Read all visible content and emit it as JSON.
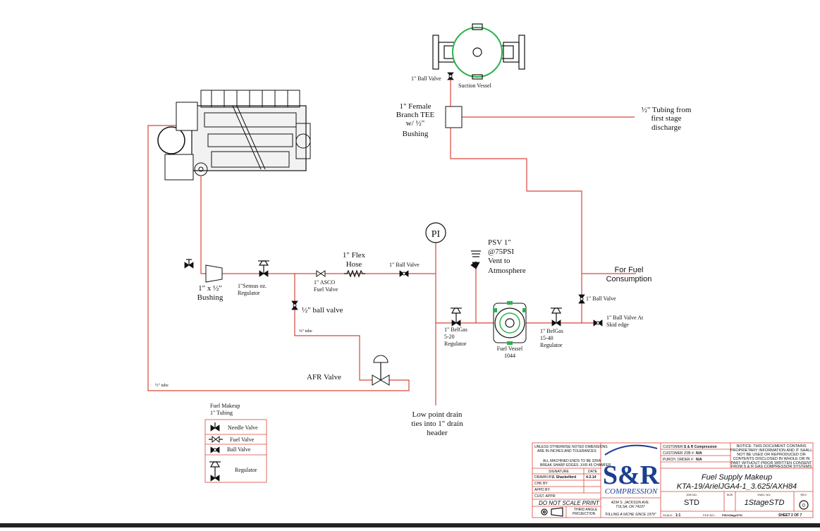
{
  "labels": {
    "ball_valve_top": "1\" Ball Valve",
    "suction_vessel": "Suction Vessel",
    "tee_line1": "1\" Female",
    "tee_line2": "Branch TEE",
    "tee_line3": "w/ ½\"",
    "tee_line4": "Bushing",
    "tubing_line1": "½\" Tubing from",
    "tubing_line2": "first stage",
    "tubing_line3": "discharge",
    "pi": "PI",
    "psv_line1": "PSV 1\"",
    "psv_line2": "@75PSI",
    "psv_line3": "Vent to",
    "psv_line4": "Atmosphere",
    "flex_line1": "1\" Flex",
    "flex_line2": "Hose",
    "ball_valve_mid": "1\" Ball Valve",
    "for_fuel_line1": "For  Fuel",
    "for_fuel_line2": "Consumption",
    "bushing_line1": "1\" x ½\"",
    "bushing_line2": "Bushing",
    "sensus_line1": "1\"Sensus oz.",
    "sensus_line2": "Regulator",
    "asco_line1": "1\" ASCO",
    "asco_line2": "Fuel Valve",
    "half_ball_valve": "½\" ball valve",
    "tube_38": "⅜\" tube",
    "ball_valve_right": "1\" Ball Valve",
    "skid_line1": "1\" Ball Valve At",
    "skid_line2": "Skid edge",
    "belgas1_line1": "1\" BelGas",
    "belgas1_line2": "5-20",
    "belgas1_line3": "Regulator",
    "fuel_vessel_line1": "Fuel Vessel",
    "fuel_vessel_line2": "1044",
    "belgas2_line1": "1\" BelGas",
    "belgas2_line2": "15-40",
    "belgas2_line3": "Regulator",
    "afr_valve": "AFR Valve",
    "half_tube": "½\" tube",
    "drain_line1": "Low point drain",
    "drain_line2": "ties into 1\" drain",
    "drain_line3": "header"
  },
  "legend": {
    "title_line1": "Fuel Makeup",
    "title_line2": "1\" Tubing",
    "items": [
      "Needle Valve",
      "Fuel Valve",
      "Ball Valve",
      "Regulator"
    ]
  },
  "title_block": {
    "notes_line1": "UNLESS OTHERWISE NOTED DIMENSIONS",
    "notes_line2": "ARE IN INCHES AND TOLERANCES",
    "notes_line3": "ALL MACHINED ENDS TO BE 32RA",
    "notes_line4": "BREAK SHARP EDGES .XXR 45 CHAMFER",
    "signature": "SIGNATURE",
    "date": "DATE",
    "drawn_by_label": "DRAWN BY:",
    "drawn_by": "J. Shackelford",
    "drawn_date": "4-2-14",
    "chk_by": "CHK BY:",
    "appd_by": "APPD BY:",
    "cust_appr": "CUST. APPR:",
    "do_not_scale": "DO NOT SCALE PRINT",
    "third_angle_line1": "THIRD ANGLE",
    "third_angle_line2": "PROJECTION",
    "logo": "S&R",
    "logo_sub": "COMPRESSION",
    "address_line1": "4234 S. JACKSON AVE.",
    "address_line2": "TULSA, OK 74107",
    "slogan": "\"FILLING A NICHE SINCE 1979\"",
    "customer_label": "CUSTOMER:",
    "customer": "S & R Compression",
    "customer_job_label": "CUSTOMER JOB #:",
    "customer_job": "N/A",
    "purch_order_label": "PURCH. ORDER #:",
    "purch_order": "N/A",
    "notice_line1": "NOTICE: THIS DOCUMENT CONTAINS",
    "notice_line2": "PROPRIETARY INFORMATION AND IT SHALL",
    "notice_line3": "NOT BE USED OR REPRODUCED OR",
    "notice_line4": "CONTENTS DISCLOSED IN WHOLE OR IN",
    "notice_line5": "PART WITHOUT PRIOR WRITTEN CONSENT",
    "notice_line6": "FROM S & R GAS COMPRESSOR SYSTEMS",
    "title_line1": "Fuel Supply Makeup",
    "title_line2": "KTA-19/ArielJGA4-1_3.625/AXH84",
    "job_no_label": "JOB NO.",
    "job_no": "STD",
    "size_label": "SIZE",
    "dwg_no_label": "DWG. NO.",
    "dwg_no": "1StageSTD",
    "rev_label": "REV.",
    "rev": "0",
    "scale_label": "SCALE:",
    "scale": "1:1",
    "file_no_label": "FILE NO.:",
    "file_no": "PID/1StageSTD",
    "sheet": "SHEET 2 OF 7"
  },
  "colors": {
    "pipe": "#d9463a",
    "vessel_ring": "#2bb24c",
    "logo_blue": "#1a3f8f"
  }
}
